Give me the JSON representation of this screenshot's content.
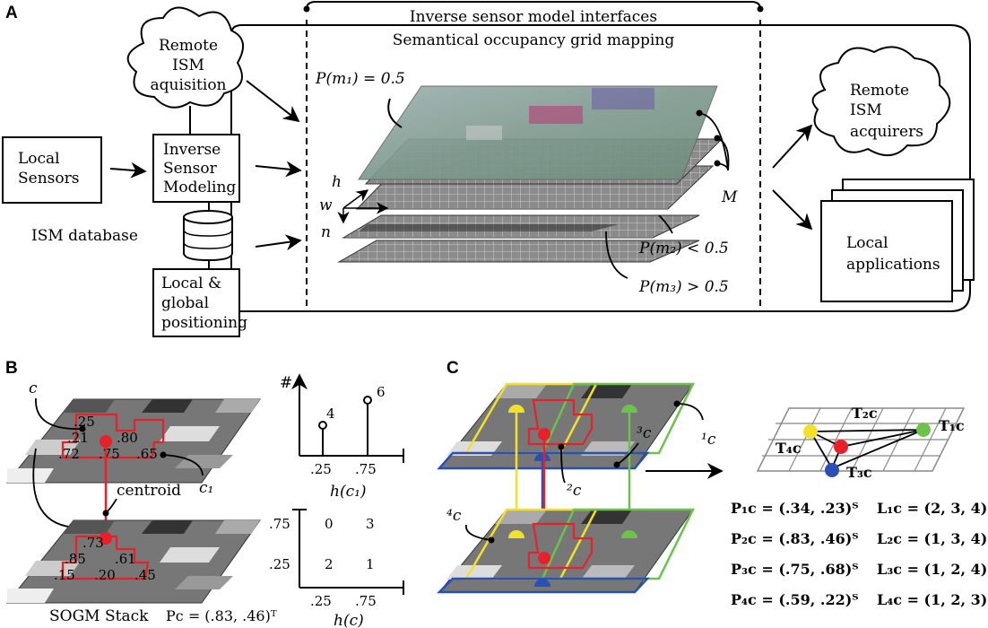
{
  "panels": {
    "a": "A",
    "b": "B",
    "c": "C"
  },
  "panel_a": {
    "interfaces_label": "Inverse sensor model interfaces",
    "mapping_label": "Semantical occupancy grid mapping",
    "remote_ism_aquisition": [
      "Remote",
      "ISM",
      "aquisition"
    ],
    "local_sensors": [
      "Local",
      "Sensors"
    ],
    "inverse_sensor_modeling": [
      "Inverse",
      "Sensor",
      "Modeling"
    ],
    "ism_database": "ISM database",
    "positioning": [
      "Local &",
      "global",
      "positioning"
    ],
    "remote_ism_acquirers": [
      "Remote",
      "ISM",
      "acquirers"
    ],
    "local_applications": [
      "Local",
      "applications"
    ],
    "p_m1": "P(m₁) = 0.5",
    "p_m2": "P(m₂) < 0.5",
    "p_m3": "P(m₃) > 0.5",
    "h": "h",
    "w": "w",
    "n": "n",
    "M": "M"
  },
  "panel_b": {
    "c_label": "c",
    "c1_label": "c₁",
    "centroid": "centroid",
    "stack_label": "SOGM Stack",
    "pc_value": "Pc = (.83, .46)ᵀ",
    "top_values": [
      ".25",
      ".21",
      ".80",
      ".72",
      ".75",
      ".65"
    ],
    "bottom_values": [
      ".73",
      ".85",
      ".61",
      ".15",
      ".20",
      ".45"
    ],
    "hist": {
      "ylabel": "#",
      "xlabel": "h(c₁)",
      "ticks": [
        ".25",
        ".75"
      ],
      "values": [
        4,
        6
      ]
    },
    "hist2d": {
      "xlabel": "h(c)",
      "xticks": [
        ".25",
        ".75"
      ],
      "yticks": [
        ".75",
        ".25"
      ],
      "cells": [
        "0",
        "3",
        "2",
        "1"
      ]
    }
  },
  "panel_c": {
    "labels": [
      "¹c",
      "²c",
      "³c",
      "⁴c"
    ],
    "T_labels": [
      "T₁c",
      "T₂c",
      "T₃c",
      "T₄c"
    ],
    "P": [
      "P₁c = (.34, .23)ᵀ",
      "P₂c = (.83, .46)ᵀ",
      "P₃c = (.75, .68)ᵀ",
      "P₄c = (.59, .22)ᵀ"
    ],
    "L": [
      "L₁c = (2, 3, 4)",
      "L₂c = (1, 3, 4)",
      "L₃c = (1, 2, 4)",
      "L₄c = (1, 2, 3)"
    ],
    "colors": {
      "c1": "#6cc24a",
      "c2": "#e8202a",
      "c3": "#2a4fb5",
      "c4": "#f2e12a"
    }
  }
}
